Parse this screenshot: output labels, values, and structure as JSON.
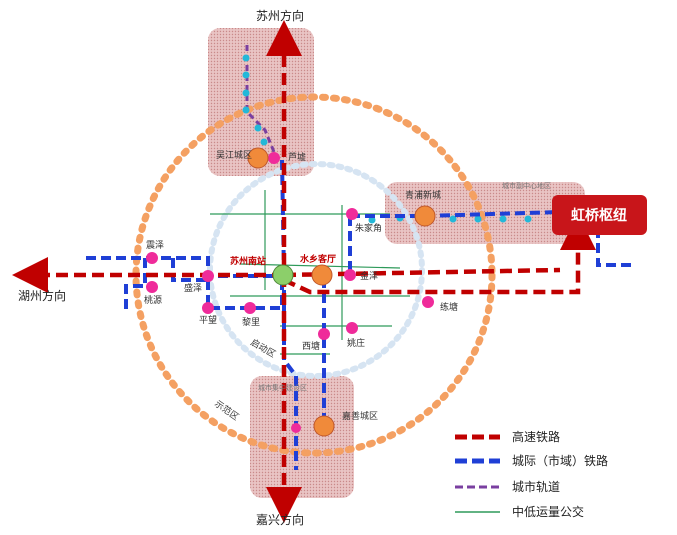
{
  "directions": {
    "north": "苏州方向",
    "west": "湖州方向",
    "south": "嘉兴方向"
  },
  "hub": {
    "label": "虹桥枢纽"
  },
  "zones": {
    "north": "吴江城区",
    "east": "青浦新城",
    "south": "嘉善城区",
    "east_small": "城市副中心地区",
    "south_small": "城市集中建设区",
    "ring_label_1": "启动区",
    "ring_label_2": "示范区"
  },
  "stations": {
    "suzhou_south": "苏州南站",
    "shuixiang": "水乡客厅",
    "jinze": "金泽",
    "zhujiajiao": "朱家角",
    "lizetown": "芦墟",
    "shengze": "盛泽",
    "pingwang": "平望",
    "lili": "黎里",
    "xitang": "西塘",
    "yaozhuang": "姚庄",
    "liantang": "练塘",
    "zhenze": "震泽",
    "taoyuan": "桃源",
    "wujiang": "吴江"
  },
  "legend": [
    {
      "label": "高速铁路",
      "color": "#c00000",
      "style": "dash-thick"
    },
    {
      "label": "城际（市域）铁路",
      "color": "#1f3fd6",
      "style": "dash-thick"
    },
    {
      "label": "城市轨道",
      "color": "#7a3fa0",
      "style": "dash"
    },
    {
      "label": "中低运量公交",
      "color": "#2e9a5a",
      "style": "solid-thin"
    }
  ]
}
